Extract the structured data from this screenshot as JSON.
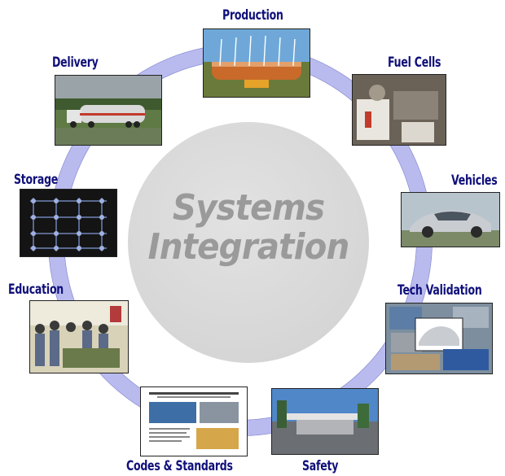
{
  "center": {
    "line1": "Systems",
    "line2": "Integration"
  },
  "nodes": [
    {
      "key": "production",
      "label": "Production"
    },
    {
      "key": "fuel_cells",
      "label": "Fuel Cells"
    },
    {
      "key": "vehicles",
      "label": "Vehicles"
    },
    {
      "key": "tech_validation",
      "label": "Tech Validation"
    },
    {
      "key": "safety",
      "label": "Safety"
    },
    {
      "key": "codes_standards",
      "label": "Codes & Standards"
    },
    {
      "key": "education",
      "label": "Education"
    },
    {
      "key": "storage",
      "label": "Storage"
    },
    {
      "key": "delivery",
      "label": "Delivery"
    }
  ],
  "colors": {
    "ring": "#b9bbef",
    "label": "#10107a",
    "center_text": "#9a9a9a"
  }
}
